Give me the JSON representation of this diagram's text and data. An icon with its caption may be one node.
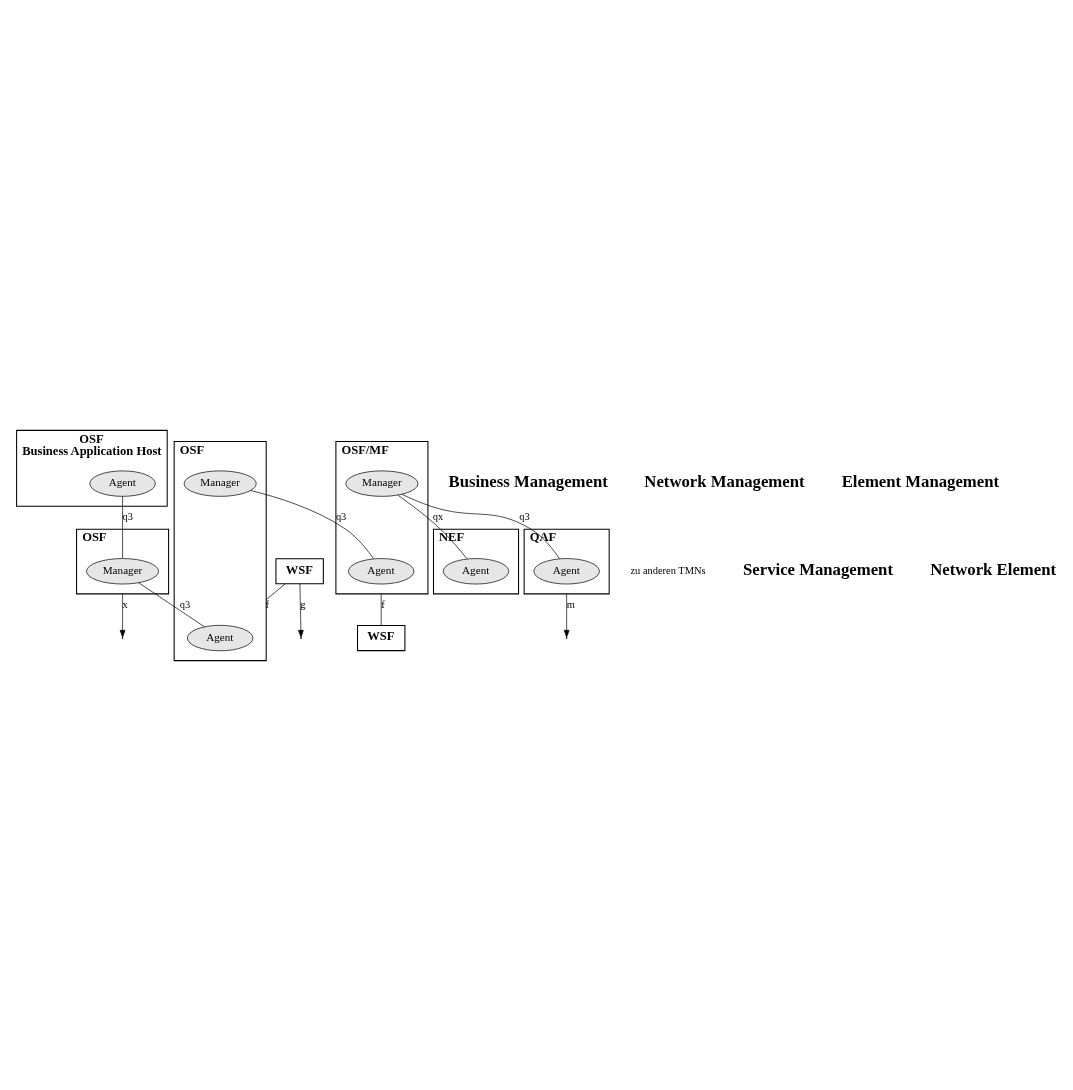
{
  "diagram": {
    "nodes": [
      {
        "text": [
          "OSF",
          "Business Application Host"
        ]
      },
      {
        "text": [
          "Agent"
        ],
        "in": 0
      },
      {
        "text": [
          "OSF"
        ]
      },
      {
        "text": [
          "Manager"
        ],
        "in": 2
      },
      {
        "text": [
          "OSF"
        ]
      },
      {
        "text": [
          "Agent"
        ],
        "in": 4
      },
      {
        "text": [
          "Manager"
        ],
        "in": 4
      },
      {
        "text": [
          "WSF"
        ]
      },
      {
        "text": [
          "OSF/MF"
        ]
      },
      {
        "text": [
          "Agent"
        ],
        "in": 8
      },
      {
        "text": [
          "Manager"
        ],
        "in": 8
      },
      {
        "text": [
          "WSF"
        ]
      },
      {
        "text": [
          "QAF"
        ]
      },
      {
        "text": [
          "Agent"
        ],
        "in": 12
      },
      {
        "text": [
          "NEF"
        ]
      },
      {
        "text": [
          "Agent"
        ],
        "in": 14
      }
    ],
    "edges": [
      {
        "from": 1,
        "to": 3,
        "arrow": "none",
        "label": "q3"
      },
      {
        "from": 2,
        "to": null,
        "arrow": "to",
        "label": "x"
      },
      {
        "from": 3,
        "to": 5,
        "arrow": "none",
        "label": "q3"
      },
      {
        "from": 7,
        "to": null,
        "arrow": "to",
        "label": "g"
      },
      {
        "from": 7,
        "to": 4,
        "arrow": "none",
        "label": "f"
      },
      {
        "from": 6,
        "to": 9,
        "arrow": "none",
        "label": "q3"
      },
      {
        "from": 8,
        "to": 11,
        "arrow": "none",
        "label": "f"
      },
      {
        "from": 10,
        "to": 13,
        "arrow": "none",
        "label": "q3"
      },
      {
        "from": 10,
        "to": 15,
        "arrow": "none",
        "label": "qx"
      },
      {
        "from": 12,
        "to": null,
        "arrow": "to",
        "label": "m"
      }
    ],
    "labels": [
      "Business Management",
      "zu anderen TMNs",
      "Service Management",
      "Network Management",
      "Element Management",
      "Network Element"
    ]
  }
}
